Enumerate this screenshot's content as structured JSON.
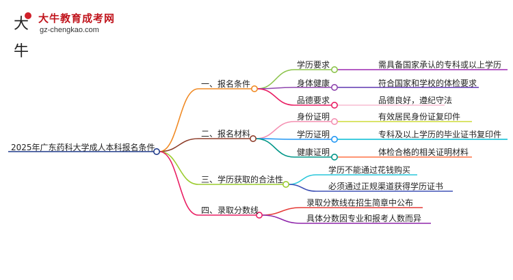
{
  "brand": {
    "name": "大牛教育成考网",
    "url": "gz-chengkao.com",
    "mark": "大牛",
    "colors": {
      "name": "#c0141c",
      "dot": "#d0202a"
    }
  },
  "mindmap": {
    "root": "2025年广东药科大学成人本科报名条件",
    "branches": [
      {
        "label": "一、报名条件",
        "color": "#f08a24",
        "children": [
          {
            "label": "学历要求",
            "color": "#8bc34a",
            "detail": "需具备国家承认的专科或以上学历",
            "detail_color": "#9c27b0"
          },
          {
            "label": "身体健康",
            "color": "#8e44ad",
            "detail": "符合国家和学校的体检要求",
            "detail_color": "#5e35b1"
          },
          {
            "label": "品德要求",
            "color": "#e91e63",
            "detail": "品德良好，遵纪守法",
            "detail_color": "#f8bbd0"
          }
        ]
      },
      {
        "label": "二、报名材料",
        "color": "#8d3d2a",
        "children": [
          {
            "label": "身份证明",
            "color": "#f48fb1",
            "detail": "有效居民身份证复印件",
            "detail_color": "#cddc39"
          },
          {
            "label": "学历证明",
            "color": "#2196f3",
            "detail": "专科及以上学历的毕业证书复印件",
            "detail_color": "#00bcd4"
          },
          {
            "label": "健康证明",
            "color": "#009688",
            "detail": "体检合格的相关证明材料",
            "detail_color": "#ff7043"
          }
        ]
      },
      {
        "label": "三、学历获取的合法性",
        "color": "#9ccc2e",
        "children": [
          {
            "label": "学历不能通过花钱购买",
            "color": "#26c6da"
          },
          {
            "label": "必须通过正规渠道获得学历证书",
            "color": "#3f51b5"
          }
        ]
      },
      {
        "label": "四、录取分数线",
        "color": "#e91e63",
        "children": [
          {
            "label": "录取分数线在招生简章中公布",
            "color": "#e53935"
          },
          {
            "label": "具体分数因专业和报考人数而异",
            "color": "#8e24aa"
          }
        ]
      }
    ]
  }
}
